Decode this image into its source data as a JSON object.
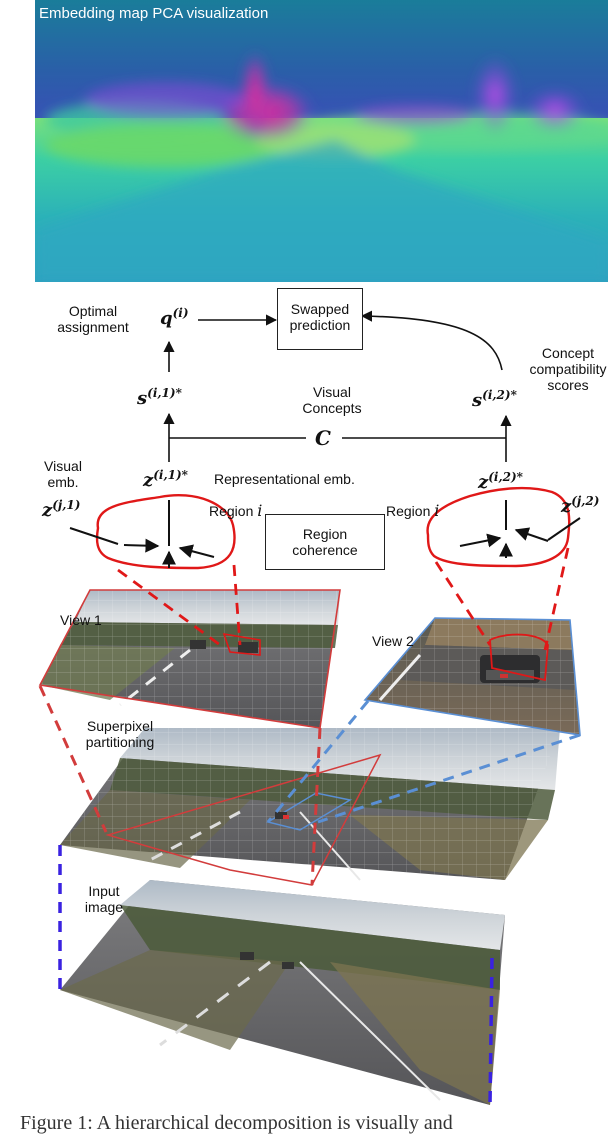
{
  "pca_panel": {
    "title": "Embedding map PCA visualization"
  },
  "boxes": {
    "swapped_prediction": [
      "Swapped",
      "prediction"
    ],
    "region_coherence": [
      "Region",
      "coherence"
    ]
  },
  "labels": {
    "optimal_assignment": [
      "Optimal",
      "assignment"
    ],
    "visual_concepts": [
      "Visual",
      "Concepts"
    ],
    "concept_compatibility_scores": [
      "Concept",
      "compatibility",
      "scores"
    ],
    "visual_emb": [
      "Visual",
      "emb."
    ],
    "representational_emb": "Representational emb.",
    "region_left": "Region",
    "region_right": "Region",
    "view1": "View 1",
    "view2": "View 2",
    "superpixel_partitioning": [
      "Superpixel",
      "partitioning"
    ],
    "input_image": [
      "Input",
      "image"
    ]
  },
  "math": {
    "q_base": "q",
    "q_sup": "(i)",
    "s1_base": "s",
    "s1_sup": "(i,1)*",
    "s2_base": "s",
    "s2_sup": "(i,2)*",
    "C": "C",
    "z1_base": "z",
    "z1_sup": "(i,1)*",
    "z2_base": "z",
    "z2_sup": "(i,2)*",
    "zj1_base": "z",
    "zj1_sup": "(j,1)",
    "zj2_base": "z",
    "zj2_sup": "(j,2)",
    "region_var": "i"
  },
  "caption": "Figure 1:  A hierarchical decomposition is visually and",
  "colors": {
    "region_outline": "#e01818",
    "view1_frame": "#d23c3c",
    "view2_frame": "#5a8fd4",
    "input_dash": "#3a22e0"
  }
}
